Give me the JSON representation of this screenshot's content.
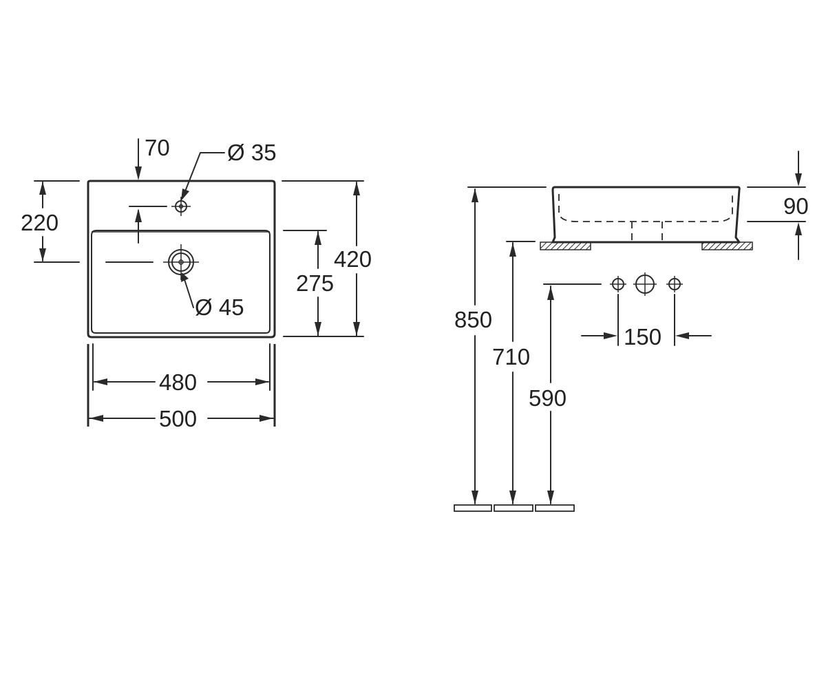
{
  "dimensions": {
    "top_view": {
      "offset_70": "70",
      "tap_hole": "Ø 35",
      "depth_220": "220",
      "depth_420": "420",
      "bowl_275": "275",
      "drain": "Ø 45",
      "bowl_width": "480",
      "total_width": "500"
    },
    "side_view": {
      "height_850": "850",
      "height_710": "710",
      "height_590": "590",
      "bowl_height": "90",
      "tap_spacing": "150"
    }
  }
}
